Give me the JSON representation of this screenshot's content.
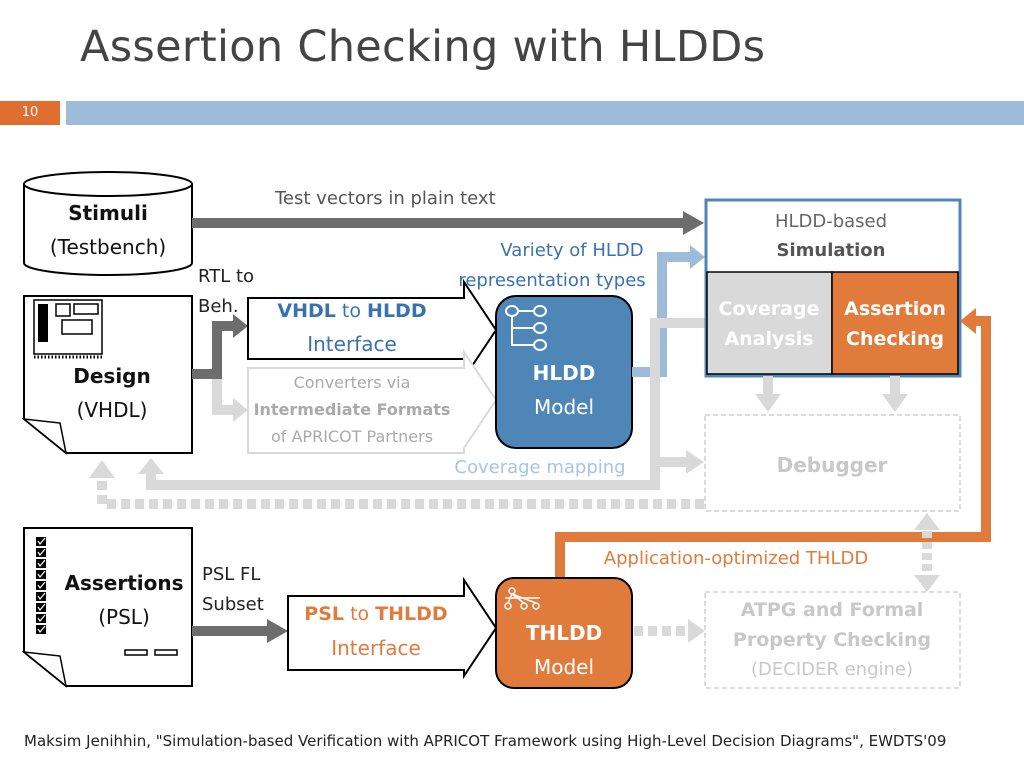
{
  "title": "Assertion Checking with HLDDs",
  "slide_number": "10",
  "stimuli": {
    "title": "Stimuli",
    "subtitle": "(Testbench)"
  },
  "design": {
    "title": "Design",
    "subtitle": "(VHDL)"
  },
  "assertions": {
    "title": "Assertions",
    "subtitle": "(PSL)"
  },
  "test_vectors_label": "Test vectors in plain text",
  "rtl_label": [
    "RTL to",
    "Beh."
  ],
  "variety_label": [
    "Variety of HLDD",
    "representation types"
  ],
  "vhdl_interface": {
    "part1": "VHDL",
    "part2": " to ",
    "part3": "HLDD",
    "line2": "Interface"
  },
  "converters": {
    "line1": "Converters via",
    "line2": "Intermediate Formats",
    "line3": "of APRICOT Partners"
  },
  "hldd_model": {
    "title": "HLDD",
    "subtitle": "Model"
  },
  "coverage_mapping_label": "Coverage mapping",
  "simulation": {
    "line1": "HLDD-based",
    "line2": "Simulation"
  },
  "coverage_analysis": {
    "line1": "Coverage",
    "line2": "Analysis"
  },
  "assertion_checking": {
    "line1": "Assertion",
    "line2": "Checking"
  },
  "debugger": "Debugger",
  "app_label": "Application-optimized THLDD",
  "psl_label": [
    "PSL FL",
    "Subset"
  ],
  "psl_interface": {
    "part1": "PSL",
    "part2": " to ",
    "part3": "THLDD",
    "line2": "Interface"
  },
  "thldd_model": {
    "title": "THLDD",
    "subtitle": "Model"
  },
  "atpg": {
    "line1": "ATPG and Formal",
    "line2": "Property Checking",
    "line3": "(DECIDER engine)"
  },
  "footer": "Maksim Jenihhin, \"Simulation-based Verification with APRICOT Framework using High-Level Decision Diagrams\", EWDTS'09",
  "colors": {
    "orange": "#e07b3c",
    "blue": "#4e86b8",
    "light_blue": "#9dbcda",
    "light_gray": "#d9d9d9",
    "dark_gray": "#6d6d6d"
  }
}
